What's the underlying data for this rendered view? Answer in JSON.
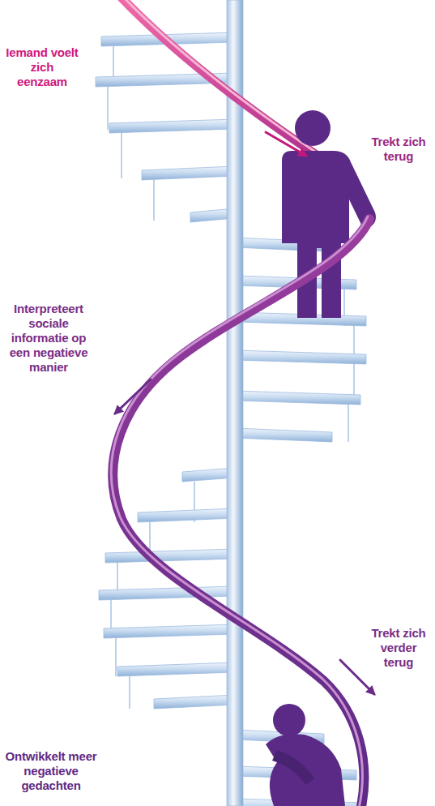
{
  "diagram": {
    "labels": [
      "Iemand voelt zich eenzaam",
      "Trekt zich terug",
      "Interpreteert sociale informatie op een negatieve manier",
      "Trekt zich verder terug",
      "Ontwikkelt meer negatieve gedachten"
    ]
  }
}
